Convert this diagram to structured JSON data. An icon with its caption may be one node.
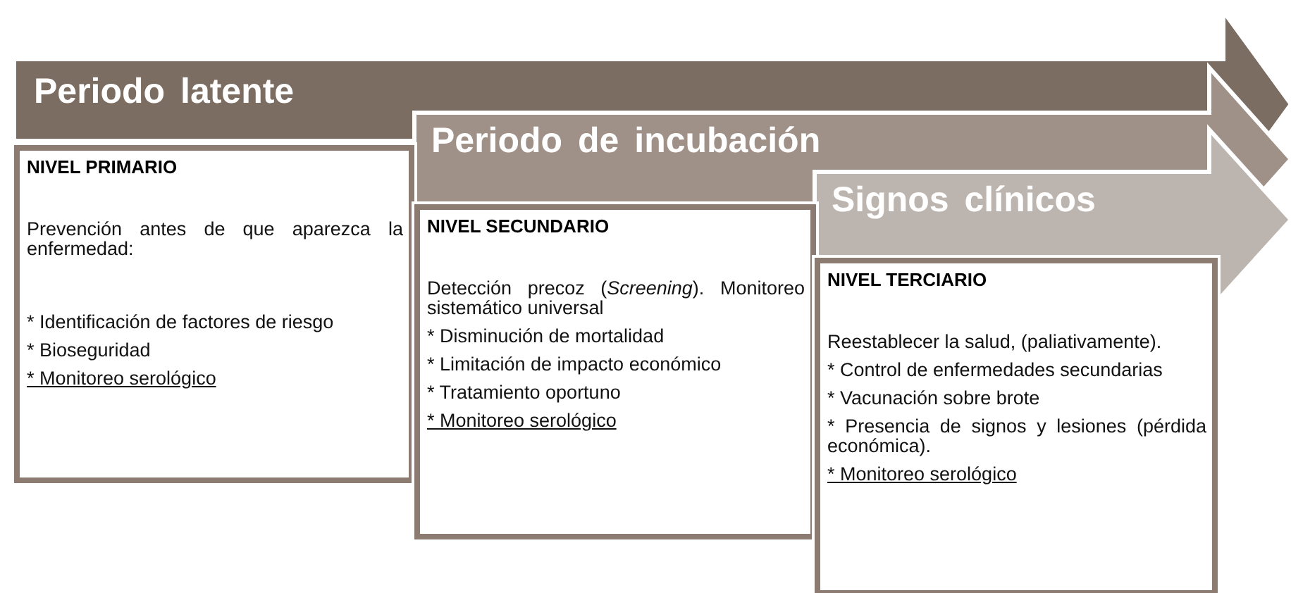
{
  "diagram": {
    "nodes": [
      {
        "text": [
          "Periodo latente"
        ]
      },
      {
        "text": [
          "NIVEL PRIMARIO",
          "Prevención antes de que aparezca la enfermedad:",
          "* Identificación de factores de riesgo",
          "* Bioseguridad",
          "* Monitoreo serológico"
        ]
      },
      {
        "text": [
          "Periodo de incubación"
        ]
      },
      {
        "text": [
          "NIVEL SECUNDARIO",
          "Detección precoz (*Screening*). Monitoreo sistemático universal",
          "* Disminución de mortalidad",
          "* Limitación de impacto económico",
          "* Tratamiento oportuno",
          "* Monitoreo serológico"
        ]
      },
      {
        "text": [
          "Signos clínicos"
        ]
      },
      {
        "text": [
          "NIVEL TERCIARIO",
          "Reestablecer la salud, (paliativamente).",
          "* Control de enfermedades secundarias",
          "* Vacunación sobre brote",
          "* Presencia de signos y lesiones (pérdida económica).",
          "* Monitoreo serológico"
        ]
      }
    ]
  }
}
